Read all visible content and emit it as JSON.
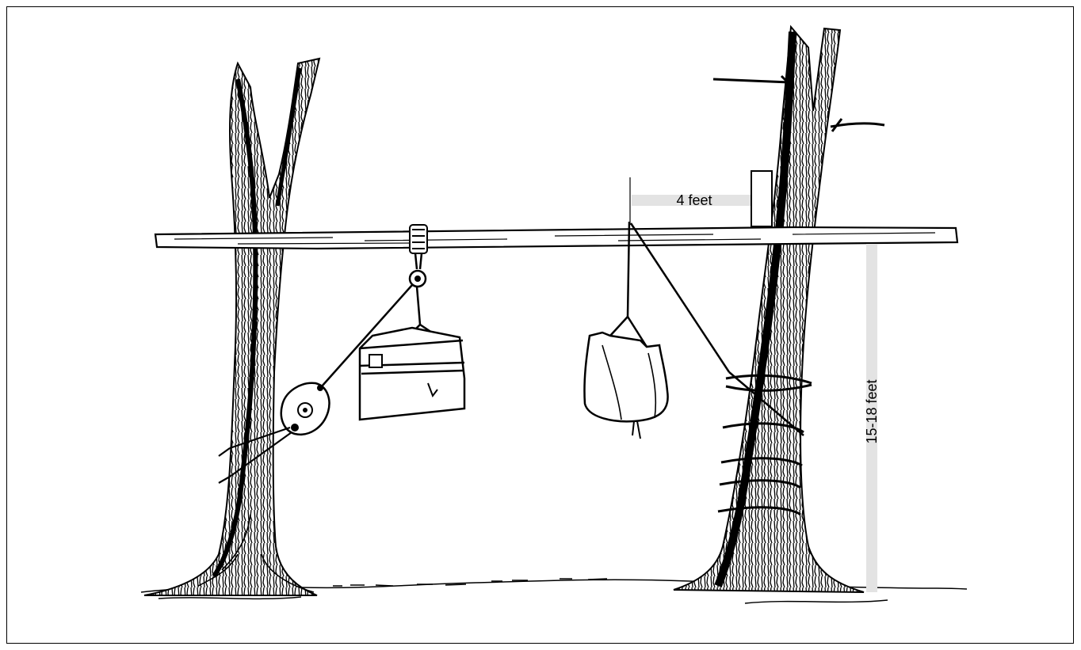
{
  "diagram": {
    "measurements": {
      "horizontal_distance": "4 feet",
      "vertical_height": "15-18 feet"
    },
    "colors": {
      "ink": "#000000",
      "measure_bar": "#e3e3e3",
      "background": "#ffffff"
    },
    "items": {
      "left_tree": "tree",
      "right_tree": "tree",
      "crossbar": "log-pole",
      "pulley": "pulley-block",
      "winch": "rope-winch",
      "box": "food-cooler",
      "sack": "food-bag"
    }
  }
}
